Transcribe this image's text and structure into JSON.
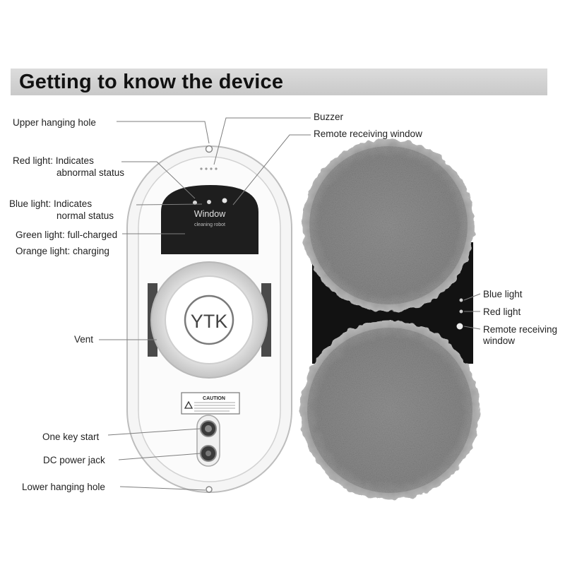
{
  "header": {
    "title": "Getting to know the device"
  },
  "labels": {
    "upper_hanging_hole": "Upper hanging hole",
    "red_light": "Red light: Indicates",
    "red_light_2": "abnormal status",
    "blue_light": "Blue light: Indicates",
    "blue_light_2": "normal status",
    "green_light": "Green light: full-charged",
    "orange_light": "Orange light: charging",
    "vent": "Vent",
    "one_key_start": "One key start",
    "dc_power_jack": "DC power jack",
    "lower_hanging_hole": "Lower hanging hole",
    "buzzer": "Buzzer",
    "remote_receiving_window": "Remote receiving window",
    "side_blue_light": "Blue light",
    "side_red_light": "Red light",
    "side_remote_1": "Remote receiving",
    "side_remote_2": "window"
  },
  "device": {
    "panel_title": "Window",
    "panel_subtitle": "cleaning robot",
    "logo": "YTK",
    "caution_title": "CAUTION"
  },
  "colors": {
    "header_bar": "#d3d3d3",
    "body_shell": "#f4f4f4",
    "dark_panel": "#1c1c1c",
    "pad": "#8a8a8a"
  }
}
